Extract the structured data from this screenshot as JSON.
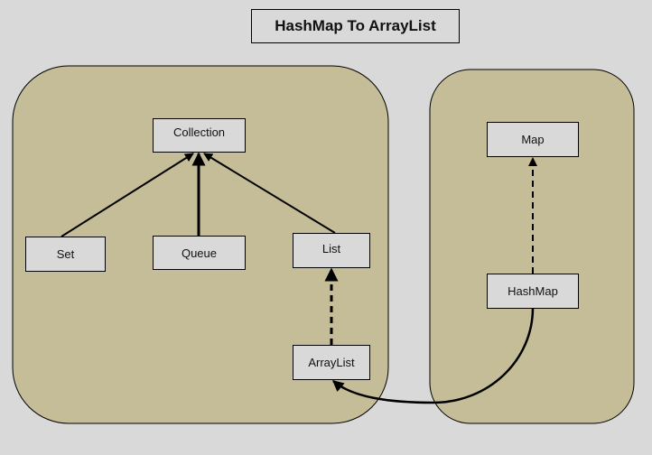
{
  "title": "HashMap To ArrayList",
  "colors": {
    "background": "#d9d9d9",
    "panel": "#c4bd98",
    "node": "#d9d9d9",
    "line": "#000000"
  },
  "nodes": {
    "collection": "Collection",
    "set": "Set",
    "queue": "Queue",
    "list": "List",
    "arraylist": "ArrayList",
    "map": "Map",
    "hashmap": "HashMap"
  }
}
